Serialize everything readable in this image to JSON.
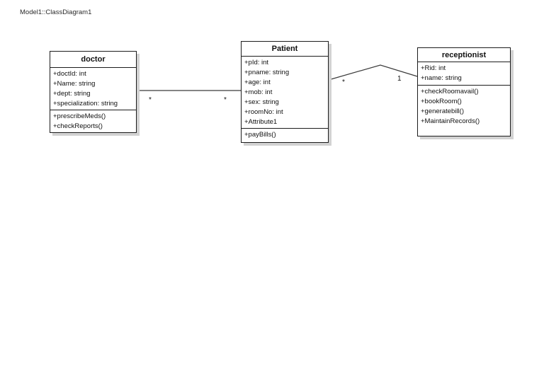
{
  "page": {
    "title": "Model1::ClassDiagram1"
  },
  "diagram": {
    "classes": [
      {
        "name": "doctor",
        "attributes": [
          "+doctId: int",
          "+Name: string",
          "+dept: string",
          "+specialization: string"
        ],
        "methods": [
          "+prescribeMeds()",
          "+checkReports()"
        ]
      },
      {
        "name": "Patient",
        "attributes": [
          "+pId: int",
          "+pname: string",
          "+age: int",
          "+mob: int",
          "+sex: string",
          "+roomNo: int",
          "+Attribute1"
        ],
        "methods": [
          "+payBills()"
        ]
      },
      {
        "name": "receptionist",
        "attributes": [
          "+Rid: int",
          "+name: string"
        ],
        "methods": [
          "+checkRoomavail()",
          "+bookRoom()",
          "+generatebill()",
          "+MaintainRecords()"
        ]
      }
    ],
    "associations": [
      {
        "from": "doctor",
        "to": "Patient",
        "from_multiplicity": "*",
        "to_multiplicity": "*"
      },
      {
        "from": "Patient",
        "to": "receptionist",
        "from_multiplicity": "*",
        "to_multiplicity": "1"
      }
    ],
    "colors": {
      "box_border": "#1c1c1c",
      "box_fill": "#ffffff",
      "shadow": "#d2d2d2",
      "line": "#3a3a3a",
      "text": "#111111",
      "background": "#ffffff"
    }
  }
}
